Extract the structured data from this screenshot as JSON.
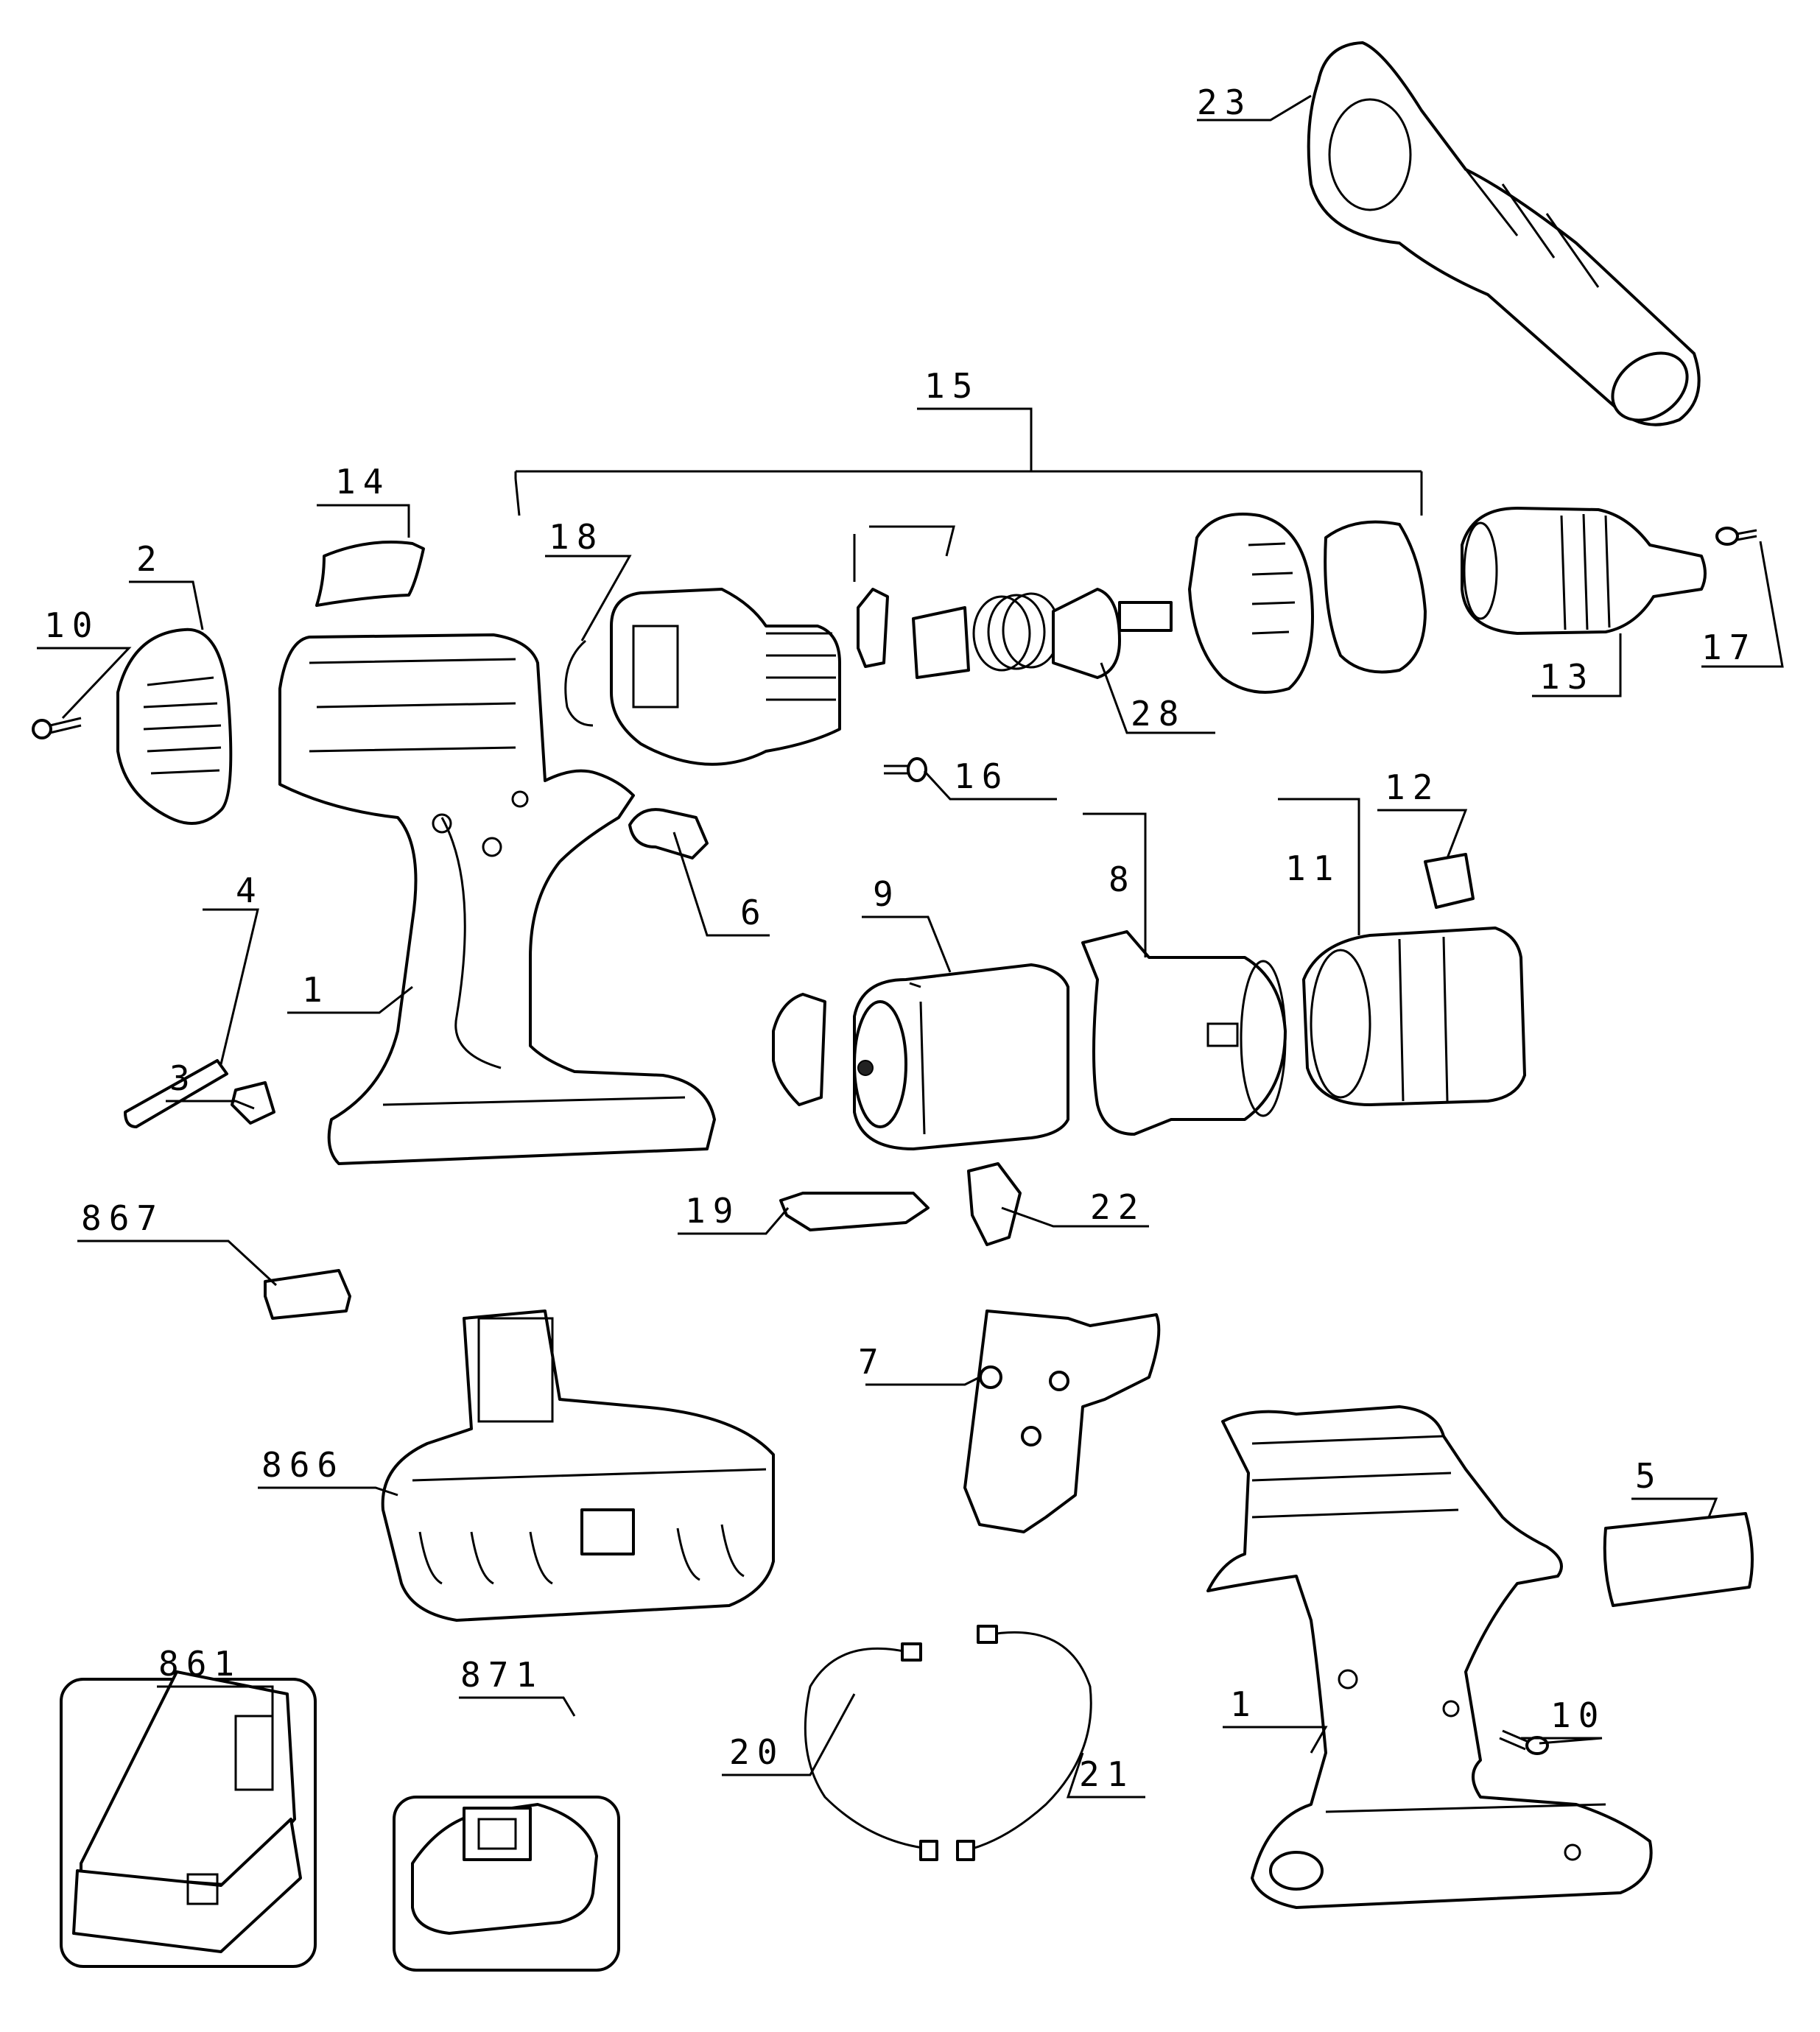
{
  "callouts": {
    "c1a": "1",
    "c1b": "1",
    "c2": "2",
    "c3": "3",
    "c4": "4",
    "c5": "5",
    "c6": "6",
    "c7": "7",
    "c8": "8",
    "c9": "9",
    "c10a": "10",
    "c10b": "10",
    "c11": "11",
    "c12": "12",
    "c13": "13",
    "c14": "14",
    "c15": "15",
    "c16": "16",
    "c17": "17",
    "c18": "18",
    "c19": "19",
    "c20": "20",
    "c21": "21",
    "c22": "22",
    "c23": "23",
    "c28": "28",
    "c861": "861",
    "c866": "866",
    "c867": "867",
    "c871": "871"
  }
}
